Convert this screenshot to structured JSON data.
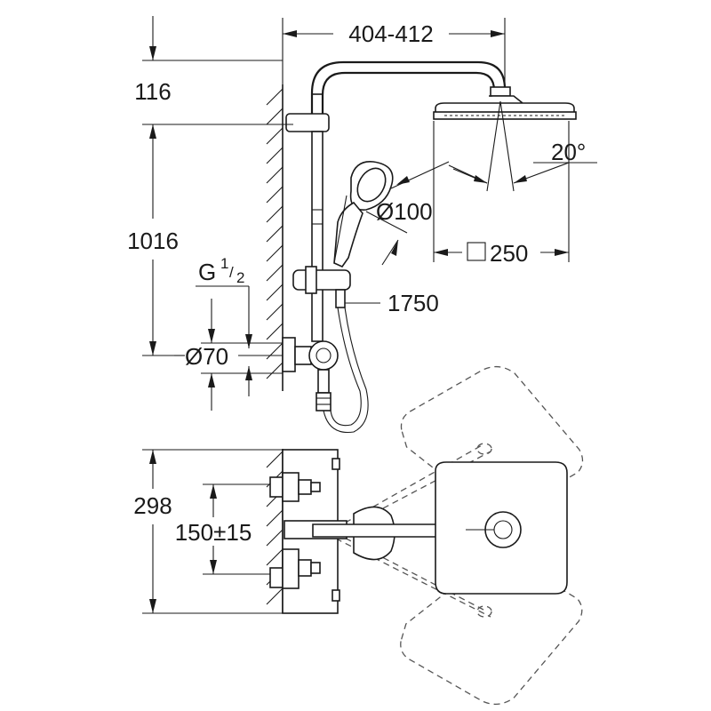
{
  "dimensions": {
    "arm_length": "404-412",
    "top_offset": "116",
    "riser_height": "1016",
    "thread": {
      "base": "G",
      "num": "1",
      "den": "2"
    },
    "inlet_diameter": "Ø70",
    "handshower_diameter": "Ø100",
    "hose_length": "1750",
    "head_angle": "20°",
    "head_size": "250",
    "depth": "298",
    "inlet_spacing": "150±15"
  },
  "colors": {
    "line": "#1a1a1a",
    "dashed": "#555555",
    "background": "#ffffff"
  }
}
